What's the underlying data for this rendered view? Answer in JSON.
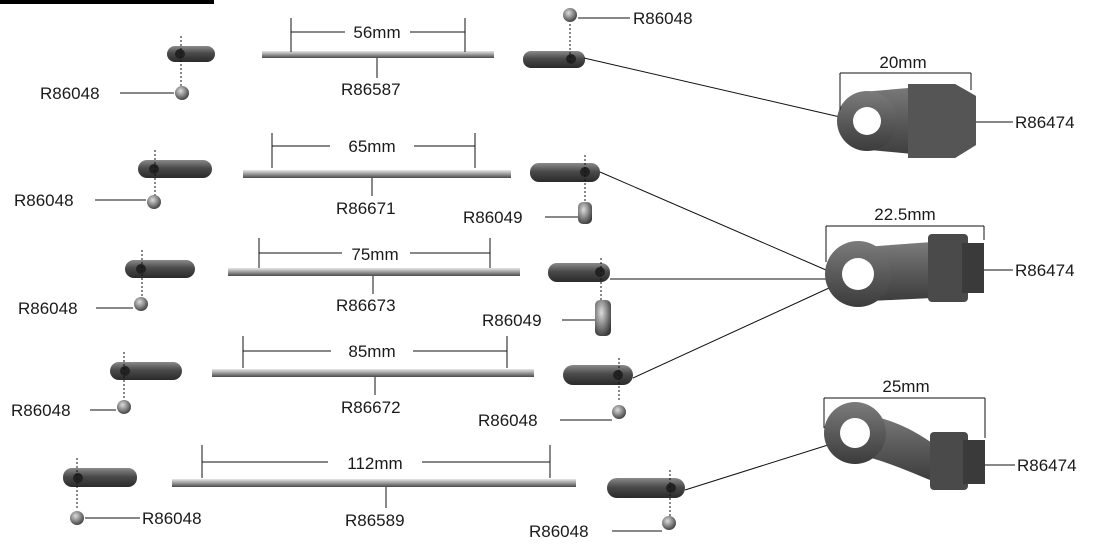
{
  "colors": {
    "line": "#111111",
    "part_dark": "#3a3a3a",
    "part_mid": "#6b6b6b",
    "part_light": "#b8b8b8",
    "background": "#ffffff"
  },
  "rows": [
    {
      "dim": "56mm",
      "rod": "R86587",
      "left_ball": "R86048",
      "right_ball": "R86048"
    },
    {
      "dim": "65mm",
      "rod": "R86671",
      "left_ball": "R86048",
      "right_ball": "R86049"
    },
    {
      "dim": "75mm",
      "rod": "R86673",
      "left_ball": "R86048",
      "right_ball": "R86049"
    },
    {
      "dim": "85mm",
      "rod": "R86672",
      "left_ball": "R86048",
      "right_ball": "R86048"
    },
    {
      "dim": "112mm",
      "rod": "R86589",
      "left_ball": "R86048",
      "right_ball": "R86048"
    }
  ],
  "rod_ends": [
    {
      "dim": "20mm",
      "part": "R86474"
    },
    {
      "dim": "22.5mm",
      "part": "R86474"
    },
    {
      "dim": "25mm",
      "part": "R86474"
    }
  ]
}
